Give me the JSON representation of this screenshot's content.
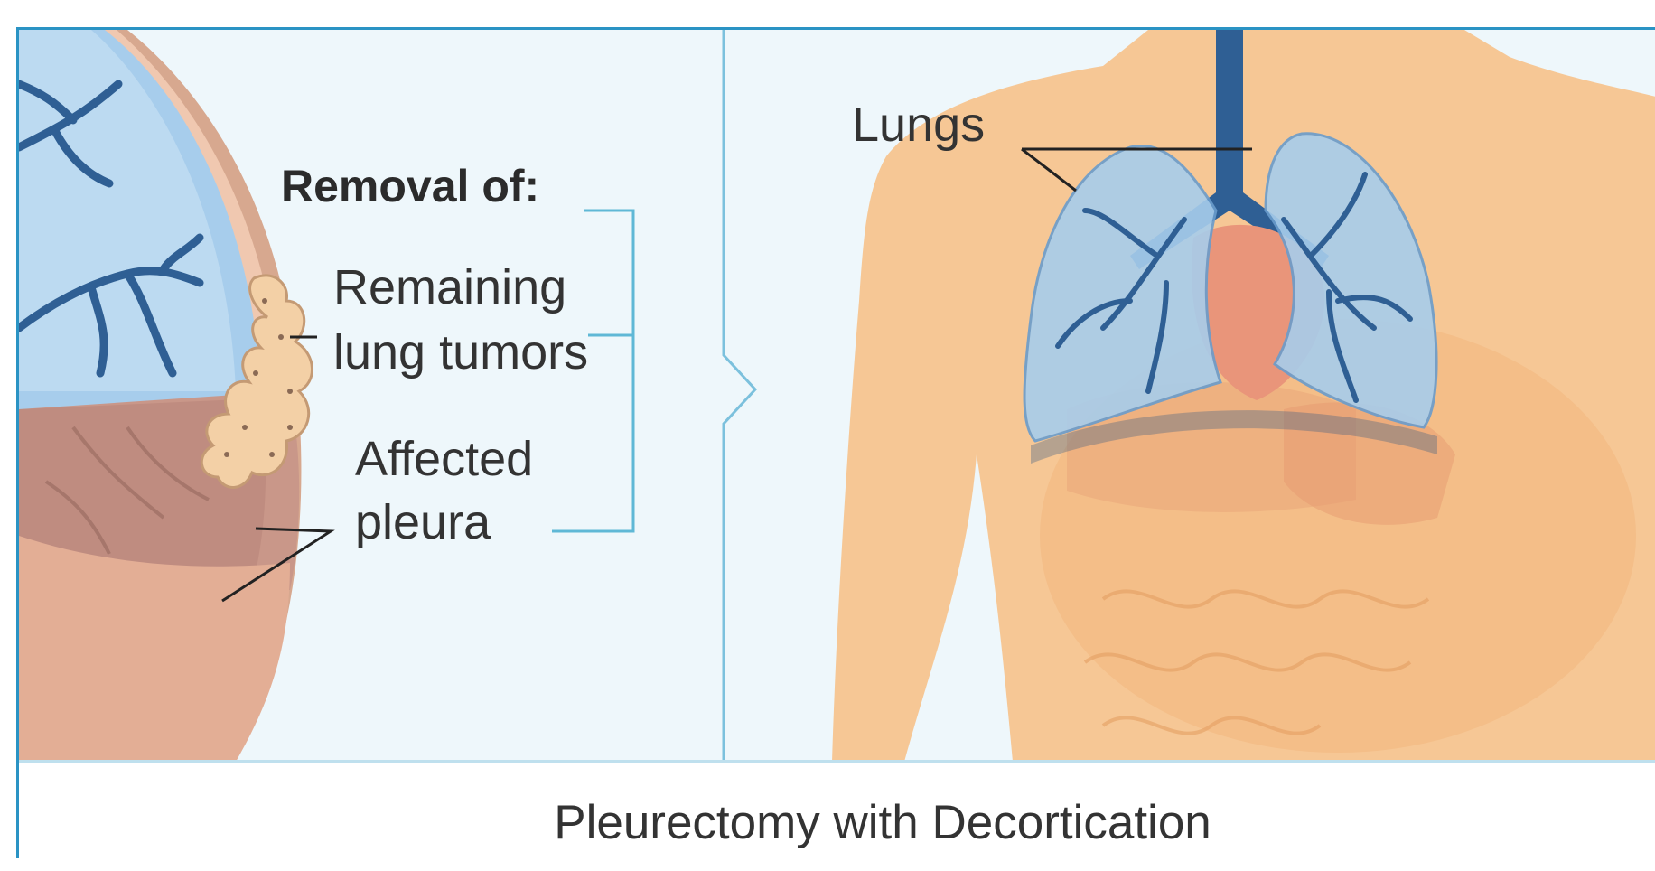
{
  "labels": {
    "removal_of": "Removal of:",
    "remaining_line1": "Remaining",
    "remaining_line2": "lung tumors",
    "affected_line1": "Affected",
    "affected_line2": "pleura",
    "lungs": "Lungs"
  },
  "caption": "Pleurectomy with Decortication",
  "colors": {
    "frame_border": "#2a93c4",
    "panel_bg": "#eef7fb",
    "lung_fill": "#b9d8ef",
    "bronchi": "#2f5f94",
    "skin": "#f6c795",
    "pleura": "#c99789",
    "tumor": "#f3d0a6",
    "heart": "#e9957a",
    "bracket": "#5fb8d6"
  }
}
